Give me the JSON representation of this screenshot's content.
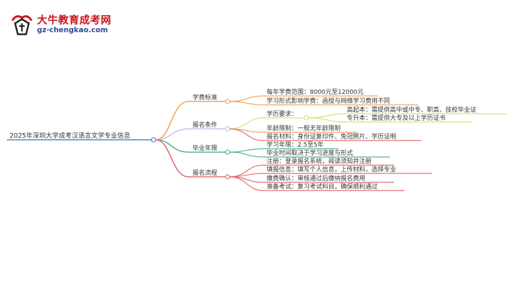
{
  "logo": {
    "title": "大牛教育成考网",
    "url": "gz-chengkao.com"
  },
  "mindmap": {
    "root": "2025年深圳大学成考汉语言文学专业信息",
    "branches": [
      {
        "label": "学费标准",
        "color": "#f0a057",
        "children": [
          {
            "label": "每年学费范围：8000元至12000元"
          },
          {
            "label": "学习形式影响学费：函授与网络学习费用不同"
          }
        ]
      },
      {
        "label": "报名条件",
        "color": "#c9c0e8",
        "children": [
          {
            "label": "学历要求：",
            "color": "#d7e26a",
            "children": [
              {
                "label": "高起本：需提供高中或中专、职高、技校毕业证"
              },
              {
                "label": "专升本：需提供大专及以上学历证书"
              }
            ]
          },
          {
            "label": "年龄限制：一般无年龄限制"
          },
          {
            "label": "报名材料：身份证复印件、免冠照片、学历证明"
          }
        ]
      },
      {
        "label": "毕业年限",
        "color": "#4db38a",
        "children": [
          {
            "label": "学习年限：2.5至5年"
          },
          {
            "label": "毕业时间取决于学习进度与形式"
          }
        ]
      },
      {
        "label": "报名流程",
        "color": "#e46a6a",
        "children": [
          {
            "label": "注册：登录报名系统，阅读须知并注册"
          },
          {
            "label": "填报信息：填写个人信息，上传材料，选择专业"
          },
          {
            "label": "缴费确认：审核通过后缴纳报名费用"
          },
          {
            "label": "准备考试：复习考试科目，确保顺利通过"
          }
        ]
      }
    ]
  }
}
